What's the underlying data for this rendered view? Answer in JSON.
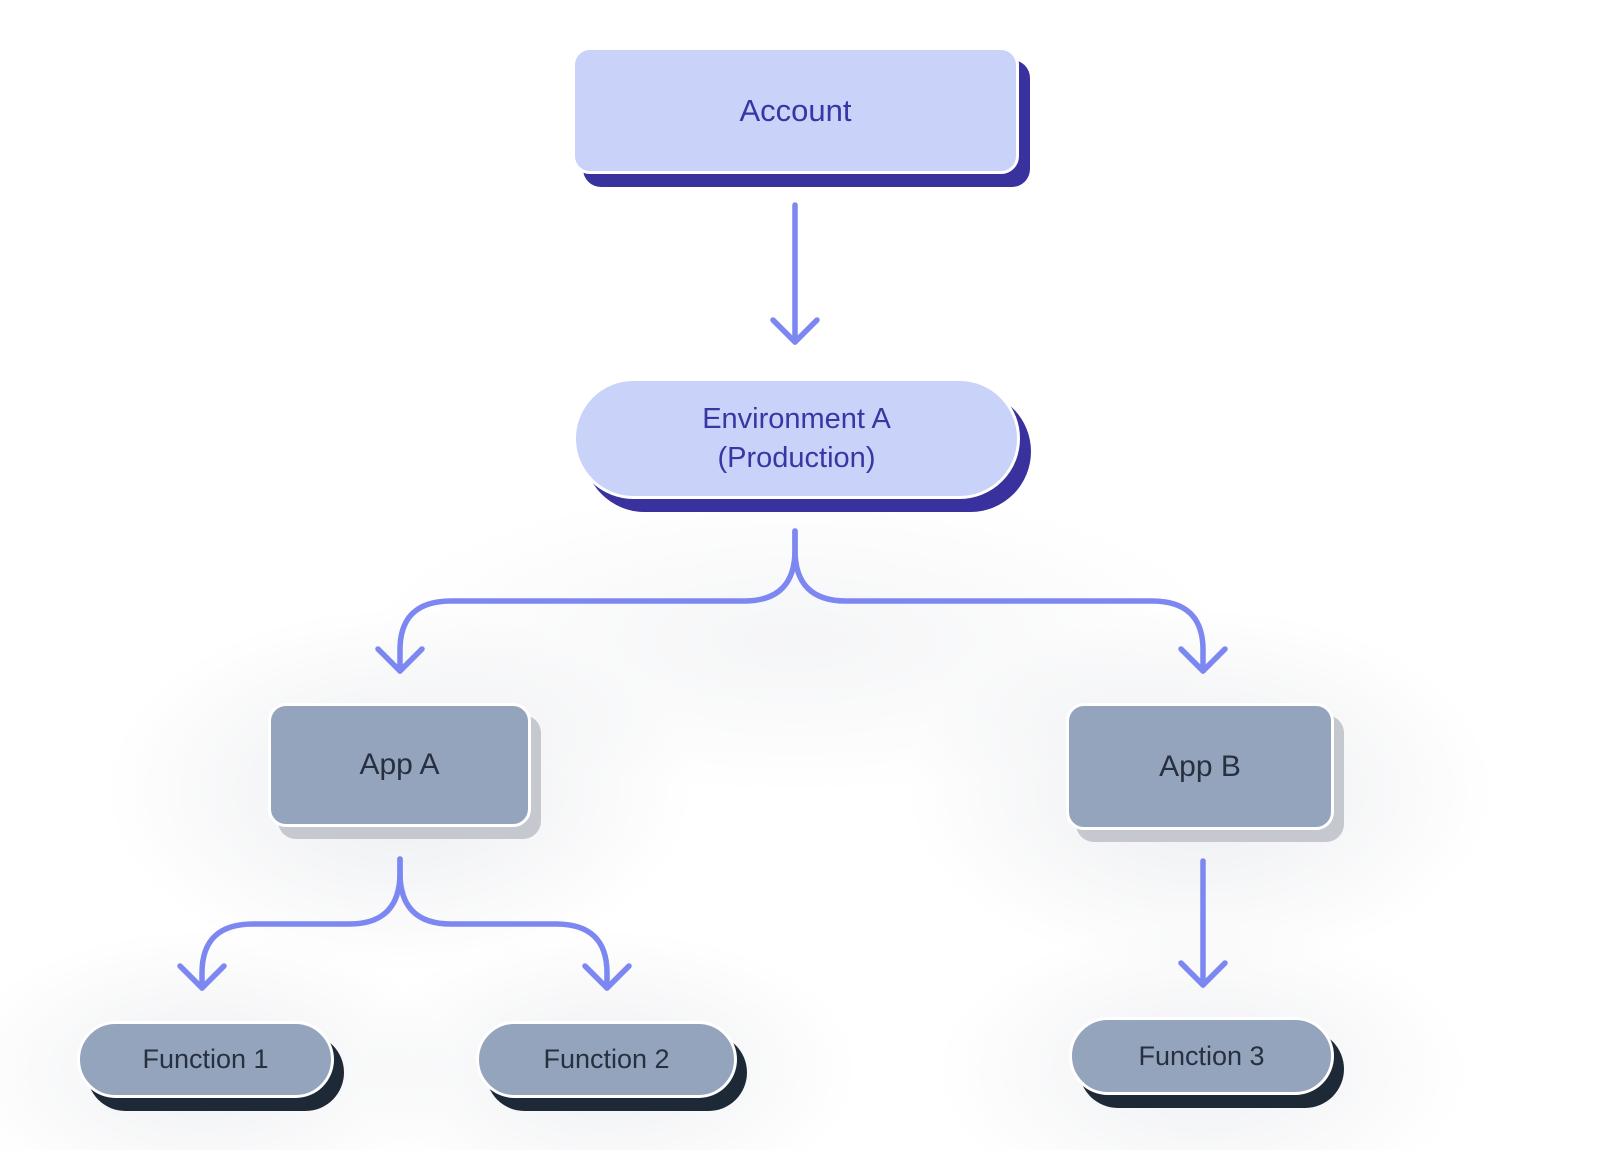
{
  "diagram": {
    "type": "hierarchy-tree",
    "nodes": {
      "account": {
        "label": "Account",
        "style": "primary",
        "shape": "rounded-rect"
      },
      "environment": {
        "label": "Environment A",
        "sublabel": "(Production)",
        "style": "primary",
        "shape": "pill"
      },
      "app_a": {
        "label": "App A",
        "style": "secondary",
        "shape": "rounded-rect"
      },
      "app_b": {
        "label": "App B",
        "style": "secondary",
        "shape": "rounded-rect"
      },
      "function_1": {
        "label": "Function 1",
        "style": "secondary",
        "shape": "pill"
      },
      "function_2": {
        "label": "Function 2",
        "style": "secondary",
        "shape": "pill"
      },
      "function_3": {
        "label": "Function 3",
        "style": "secondary",
        "shape": "pill"
      }
    },
    "edges": [
      {
        "from": "account",
        "to": "environment"
      },
      {
        "from": "environment",
        "to": "app_a"
      },
      {
        "from": "environment",
        "to": "app_b"
      },
      {
        "from": "app_a",
        "to": "function_1"
      },
      {
        "from": "app_a",
        "to": "function_2"
      },
      {
        "from": "app_b",
        "to": "function_3"
      }
    ]
  },
  "colors": {
    "canvas-bg": "#ffffff",
    "primary-fill": "#c9d2f9",
    "primary-text": "#3b34a3",
    "primary-shadow": "#39319e",
    "secondary-fill": "#95a4bd",
    "secondary-text": "#26303f",
    "secondary-shadow-light": "#c5c8ce",
    "secondary-shadow-dark": "#1e2938",
    "arrow": "#7c87f2",
    "node-border": "#ffffff"
  }
}
